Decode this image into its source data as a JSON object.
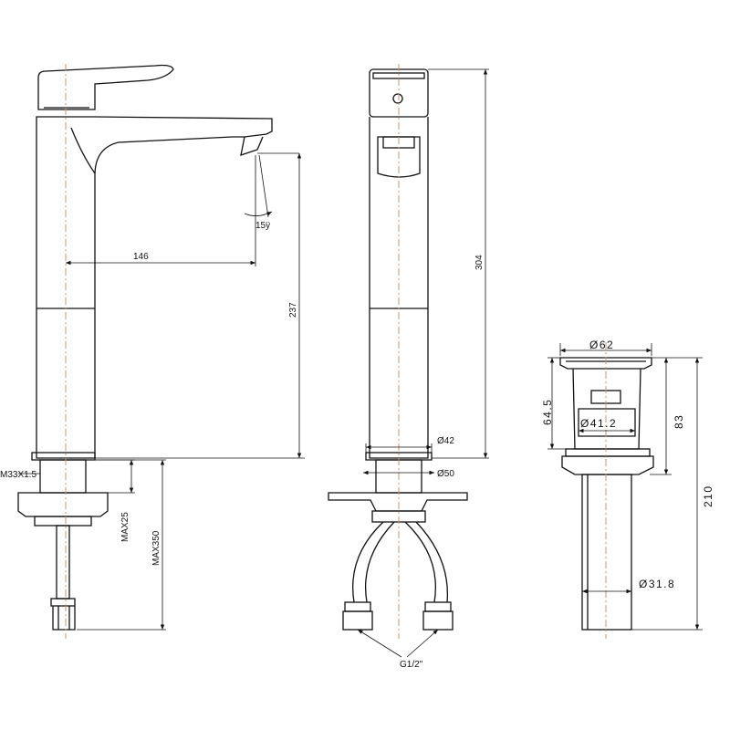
{
  "faucet_front": {
    "dim_spout_reach": "146",
    "dim_spout_height": "237",
    "dim_flow_angle": "15ÿ",
    "dim_thread": "M33X1.5",
    "dim_max_deck": "MAX25",
    "dim_max_hose": "MAX350"
  },
  "faucet_side": {
    "dim_total_height": "304",
    "dim_body_dia": "Ø42",
    "dim_base_dia": "Ø50",
    "dim_hose_thread": "G1/2\""
  },
  "drain": {
    "dim_top_dia": "Ø62",
    "dim_cap_height": "64.5",
    "dim_body_height": "83",
    "dim_total_height": "210",
    "dim_inner_dia": "Ø41.2",
    "dim_pipe_dia": "Ø31.8"
  },
  "colors": {
    "line": "#111111",
    "centerline": "#c8966a"
  }
}
